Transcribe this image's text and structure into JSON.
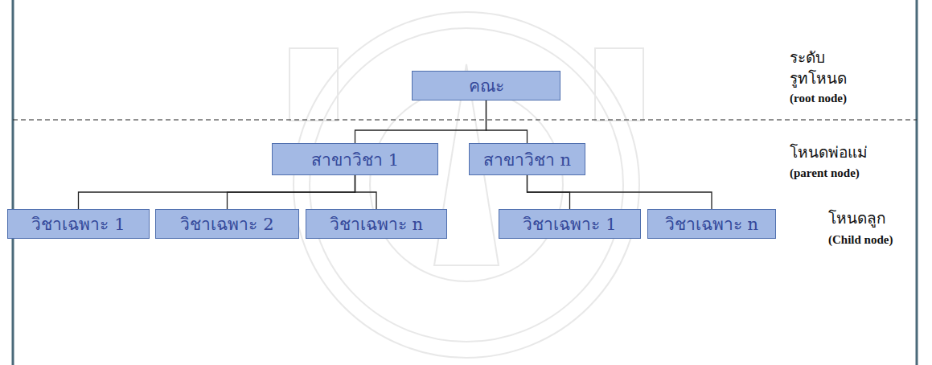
{
  "diagram": {
    "nodes": [
      {
        "text": [
          "คณะ"
        ]
      },
      {
        "text": [
          "สาขาวิชา 1"
        ]
      },
      {
        "text": [
          "สาขาวิชา n"
        ]
      },
      {
        "text": [
          "วิชาเฉพาะ 1"
        ]
      },
      {
        "text": [
          "วิชาเฉพาะ 2"
        ]
      },
      {
        "text": [
          "วิชาเฉพาะ n"
        ]
      },
      {
        "text": [
          "วิชาเฉพาะ 1"
        ]
      },
      {
        "text": [
          "วิชาเฉพาะ n"
        ]
      }
    ],
    "edges": [
      {
        "from": 0,
        "to": 1,
        "arrow": "none"
      },
      {
        "from": 0,
        "to": 2,
        "arrow": "none"
      },
      {
        "from": 1,
        "to": 3,
        "arrow": "none"
      },
      {
        "from": 1,
        "to": 4,
        "arrow": "none"
      },
      {
        "from": 1,
        "to": 5,
        "arrow": "none"
      },
      {
        "from": 2,
        "to": 6,
        "arrow": "none"
      },
      {
        "from": 2,
        "to": 7,
        "arrow": "none"
      }
    ],
    "labels": [
      "ระดับ",
      "รูทโหนด",
      "(root node)",
      "โหนดพ่อแม่",
      "(parent node)",
      "โหนดลูก",
      "(Child node)"
    ]
  }
}
